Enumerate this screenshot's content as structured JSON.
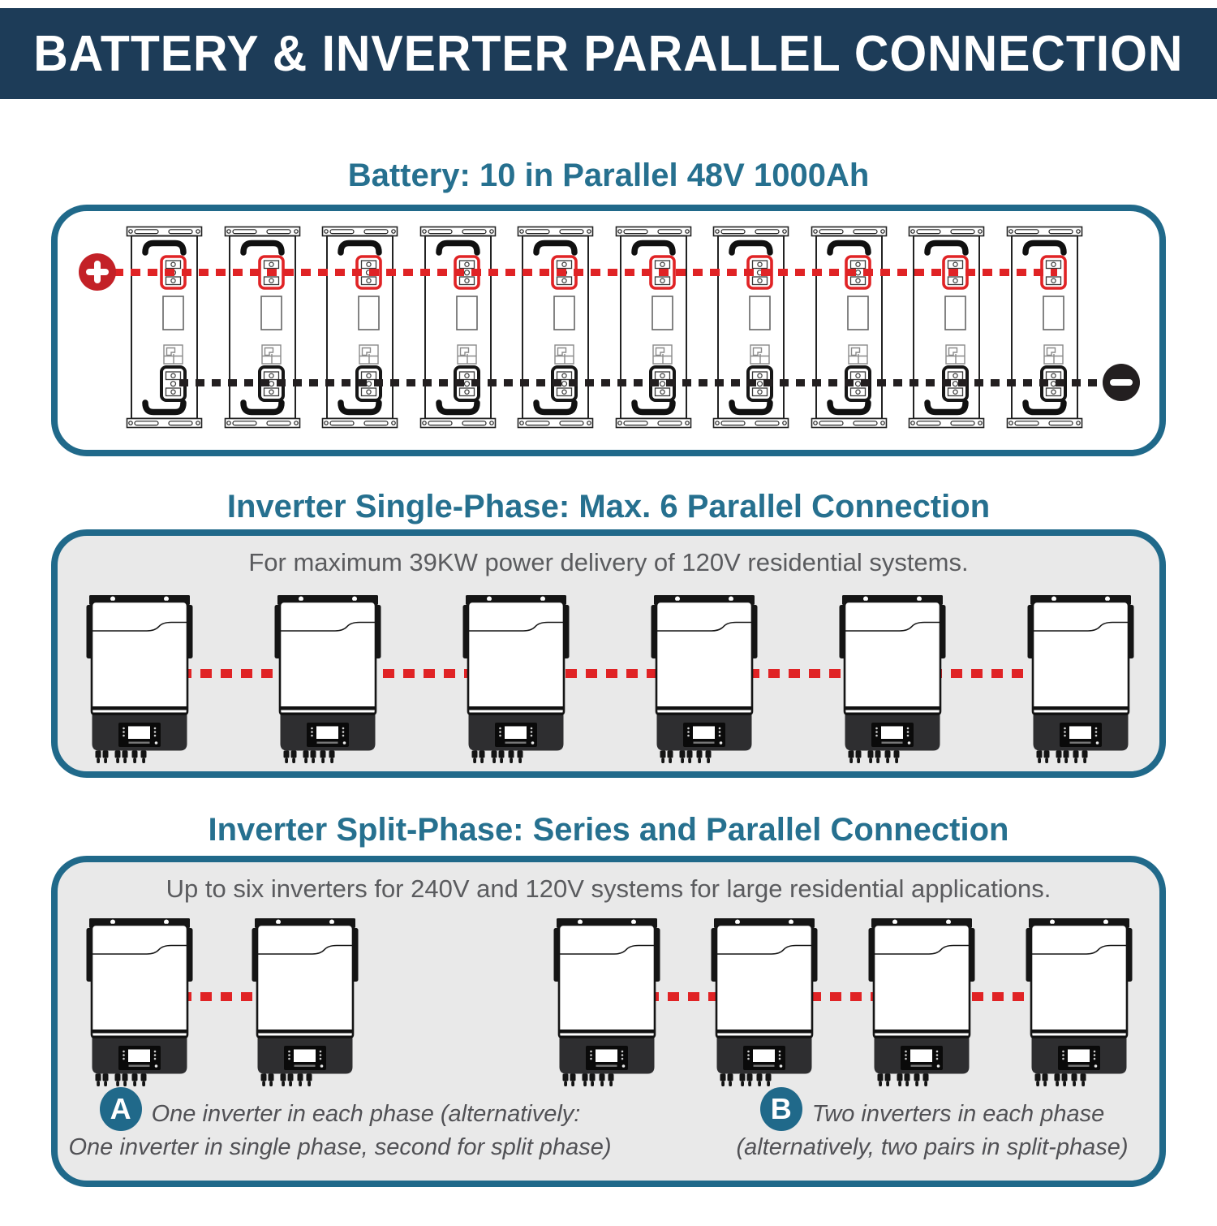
{
  "colors": {
    "navy": "#1d3c58",
    "teal": "#26708f",
    "teal_border": "#20698a",
    "red": "#e02325",
    "red_dark": "#c32127",
    "dark": "#231f20",
    "box_gray": "#e9e9e9",
    "text_gray": "#5a5b5e"
  },
  "header": {
    "title": "BATTERY & INVERTER PARALLEL CONNECTION"
  },
  "battery_section": {
    "heading": "Battery: 10 in Parallel 48V 1000Ah",
    "battery_count": 10,
    "positive_icon": "plus-icon",
    "negative_icon": "minus-icon",
    "positive_line_color": "#e02325",
    "negative_line_color": "#231f20"
  },
  "single_phase_section": {
    "heading": "Inverter Single-Phase: Max. 6 Parallel Connection",
    "note": "For maximum 39KW power delivery of 120V residential systems.",
    "inverter_count": 6
  },
  "split_phase_section": {
    "heading": "Inverter Split-Phase: Series and Parallel Connection",
    "note": "Up to six inverters for 240V and 120V systems for large residential applications.",
    "group_a": {
      "label": "A",
      "inverter_count": 2,
      "caption_line1": "One inverter in each phase (alternatively:",
      "caption_line2": "One inverter in single phase, second for split phase)"
    },
    "group_b": {
      "label": "B",
      "inverter_count": 4,
      "caption_line1": "Two inverters in each phase",
      "caption_line2": "(alternatively, two pairs in split-phase)"
    }
  }
}
